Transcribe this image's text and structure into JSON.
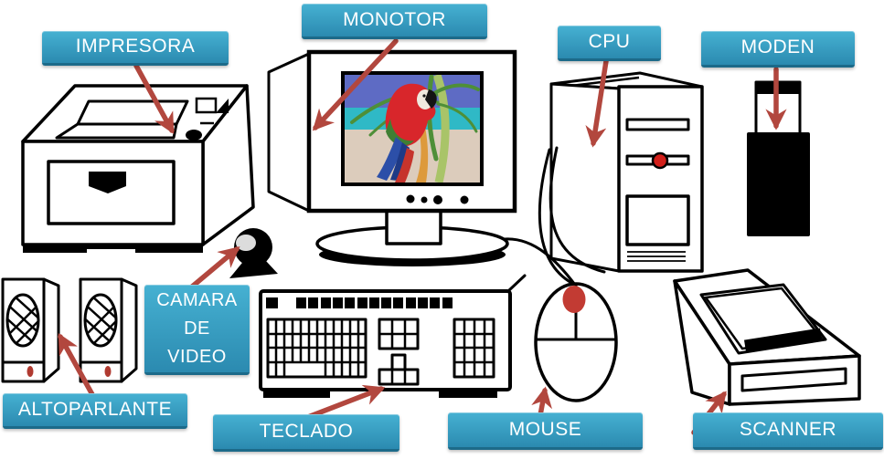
{
  "colors": {
    "background": "#FFFFFF",
    "outline": "#000000",
    "arrow": "#B2473E",
    "label_top": "#46B1D2",
    "label_bottom": "#2B8AB0",
    "label_edge": "#1C6A89",
    "label_text": "#FFFFFF",
    "red_accent": "#D21F1A",
    "led_red": "#B03A30",
    "wheel_red": "#C23B33",
    "screen_sky": "#5E6BC4",
    "screen_sea": "#2FB9C6",
    "screen_sand": "#DCCCBC",
    "palm": "#4E8F38",
    "palm_light": "#A9C468",
    "parrot_red": "#D8262B",
    "parrot_blue": "#2C4FA8",
    "branch_orange": "#DD9A3C",
    "face_white": "#EFE9DE"
  },
  "labels": {
    "impresora": "IMPRESORA",
    "monotor": "MONOTOR",
    "cpu": "CPU",
    "moden": "MODEN",
    "camara_line1": "CAMARA",
    "camara_line2": "DE",
    "camara_line3": "VIDEO",
    "altoparlante": "ALTOPARLANTE",
    "teclado": "TECLADO",
    "mouse": "MOUSE",
    "scanner": "SCANNER"
  },
  "diagram": {
    "devices": [
      {
        "icon": "printer-drawing",
        "label": "IMPRESORA"
      },
      {
        "icon": "crt-monitor-drawing",
        "label": "MONOTOR"
      },
      {
        "icon": "cpu-tower-drawing",
        "label": "CPU"
      },
      {
        "icon": "usb-modem-drawing",
        "label": "MODEN"
      },
      {
        "icon": "webcam-drawing",
        "label": "CAMARA DE VIDEO"
      },
      {
        "icon": "speakers-drawing",
        "label": "ALTOPARLANTE"
      },
      {
        "icon": "keyboard-drawing",
        "label": "TECLADO"
      },
      {
        "icon": "mouse-drawing",
        "label": "MOUSE"
      },
      {
        "icon": "flatbed-scanner-drawing",
        "label": "SCANNER"
      }
    ],
    "wallpaper": "red-macaw-parrot-on-beach"
  }
}
